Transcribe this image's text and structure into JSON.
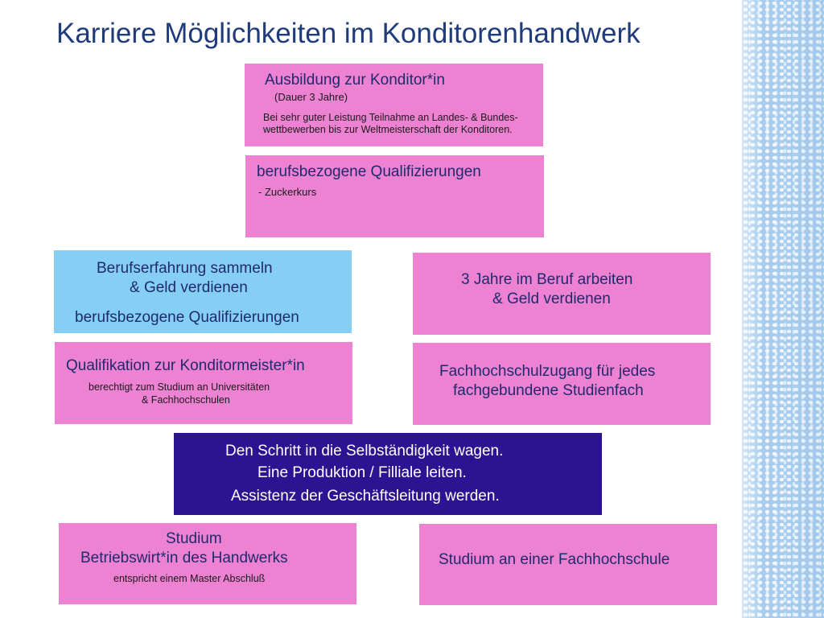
{
  "title": "Karriere Möglichkeiten im Konditorenhandwerk",
  "colors": {
    "pink": "#ee82d2",
    "blue": "#86cff4",
    "navy": "#2c1391",
    "title": "#1f3b7a"
  },
  "boxes": {
    "ausbildung": {
      "heading": "Ausbildung zur Konditor*in",
      "sub": "(Dauer 3 Jahre)",
      "note_line1": "Bei sehr guter Leistung Teilnahme an Landes- & Bundes-",
      "note_line2": "wettbewerben bis zur Weltmeisterschaft der Konditoren."
    },
    "qualifizierungen": {
      "heading": "berufsbezogene Qualifizierungen",
      "item": "- Zuckerkurs"
    },
    "berufserfahrung": {
      "line1": "Berufserfahrung sammeln",
      "line2": "& Geld verdienen",
      "line3": "berufsbezogene Qualifizierungen"
    },
    "drei_jahre": {
      "line1": "3 Jahre im Beruf arbeiten",
      "line2": "& Geld verdienen"
    },
    "meister": {
      "heading": "Qualifikation zur Konditormeister*in",
      "note_line1": "berechtigt zum Studium an Universitäten",
      "note_line2": "& Fachhochschulen"
    },
    "fachhochschulzugang": {
      "line1": "Fachhochschulzugang für jedes",
      "line2": "fachgebundene Studienfach"
    },
    "selbstaendigkeit": {
      "line1": "Den Schritt in die Selbständigkeit wagen.",
      "line2": "Eine Produktion / Filliale leiten.",
      "line3": "Assistenz der Geschäftsleitung werden."
    },
    "studium_bw": {
      "line1": "Studium",
      "line2": "Betriebswirt*in des Handwerks",
      "note": "entspricht einem Master Abschluß"
    },
    "studium_fh": {
      "line1": "Studium an einer Fachhochschule"
    }
  }
}
